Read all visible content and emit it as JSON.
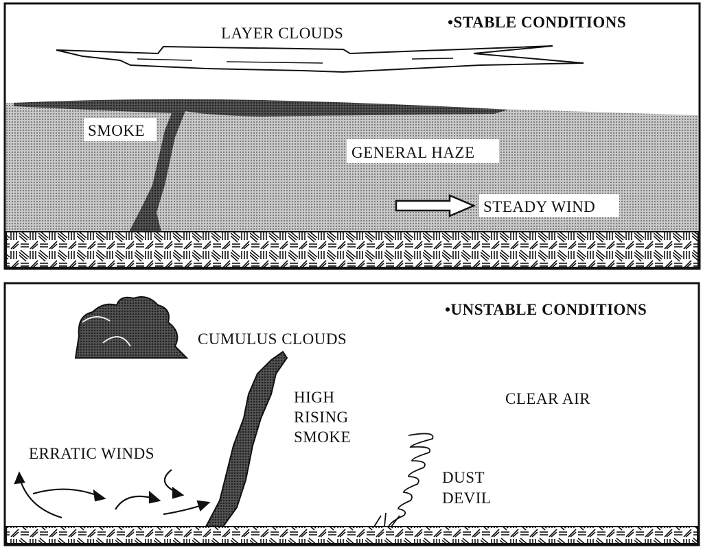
{
  "stable_panel": {
    "title": "•STABLE CONDITIONS",
    "layer_clouds": "LAYER CLOUDS",
    "smoke": "SMOKE",
    "general_haze": "GENERAL HAZE",
    "steady_wind": "STEADY WIND"
  },
  "unstable_panel": {
    "title": "•UNSTABLE CONDITIONS",
    "cumulus_clouds": "CUMULUS CLOUDS",
    "high_rising_smoke": [
      "HIGH",
      "RISING",
      "SMOKE"
    ],
    "clear_air": "CLEAR AIR",
    "erratic_winds": "ERRATIC WINDS",
    "dust_devil": [
      "DUST",
      "DEVIL"
    ]
  },
  "colors": {
    "ink": "#111111",
    "haze": "#b8b8b8",
    "smoke": "#3a3a3a"
  }
}
